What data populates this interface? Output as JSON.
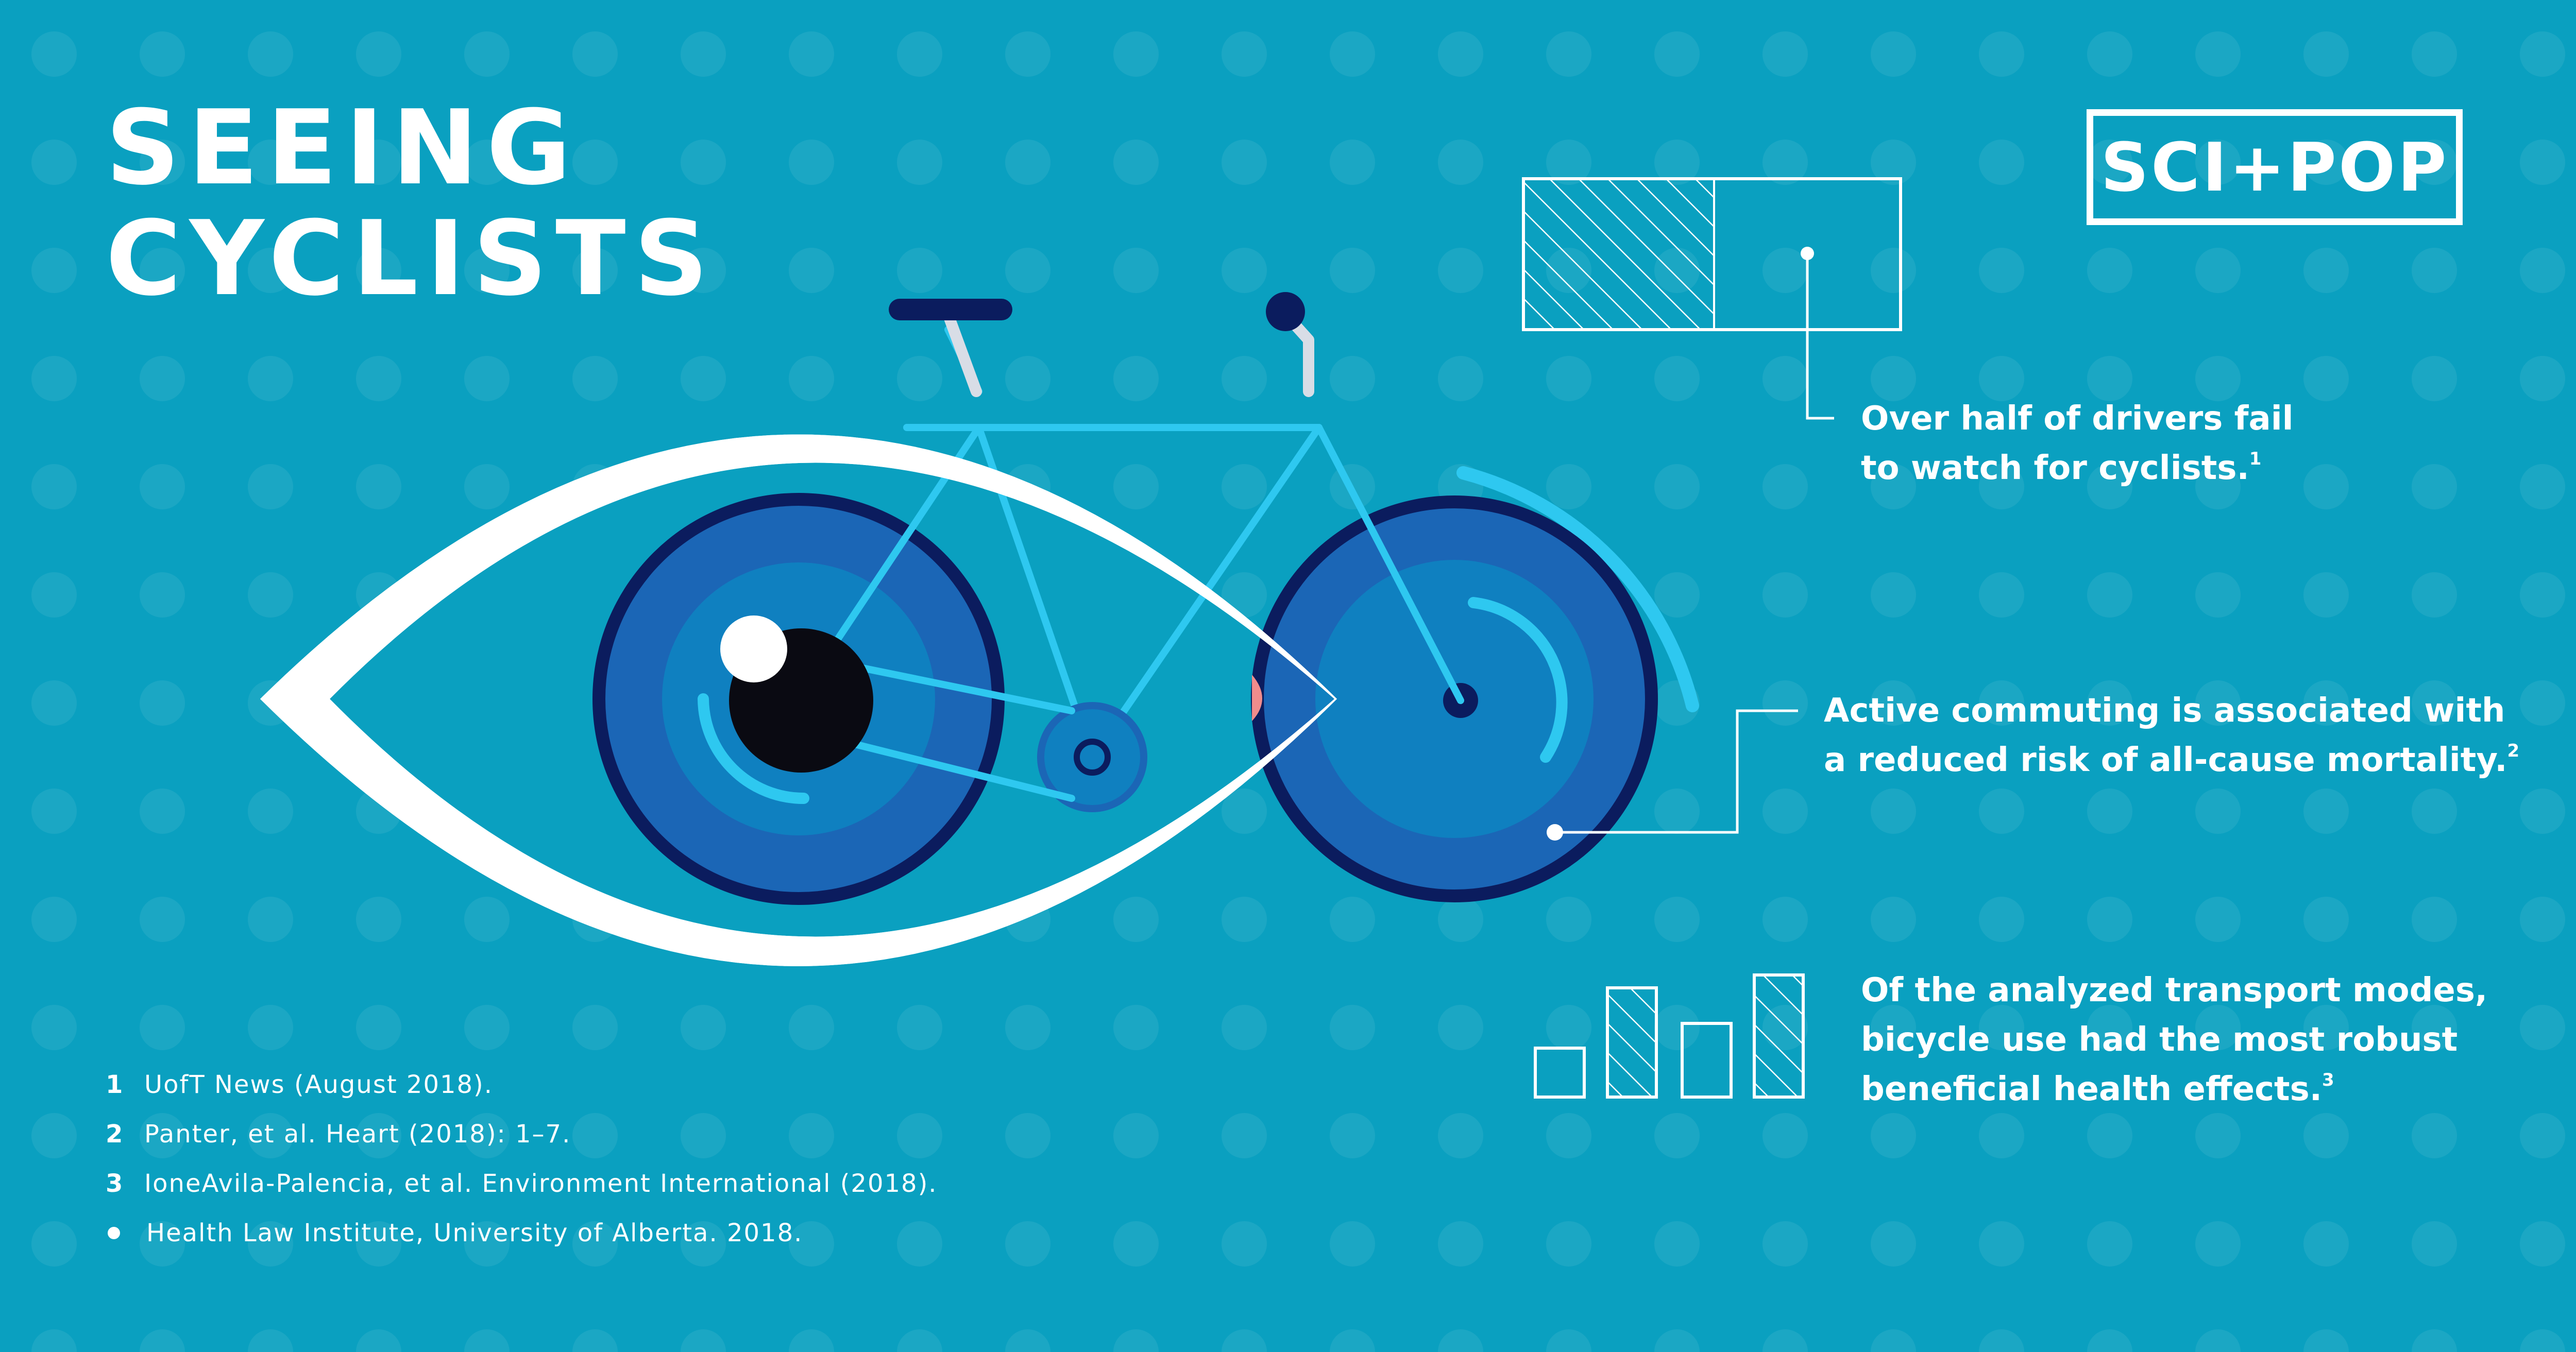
{
  "title": {
    "line1": "SEEING",
    "line2": "CYCLISTS"
  },
  "logo": {
    "text": "SCI+POP"
  },
  "facts": [
    {
      "lines": [
        "Over half of drivers fail",
        "to watch for cyclists."
      ],
      "footnote": "1"
    },
    {
      "lines": [
        "Active commuting is associated with",
        "a reduced risk of all-cause mortality."
      ],
      "footnote": "2"
    },
    {
      "lines": [
        "Of the analyzed transport modes,",
        "bicycle use had the most robust",
        "beneficial health effects."
      ],
      "footnote": "3"
    }
  ],
  "references": [
    {
      "marker": "1",
      "text": "UofT News (August 2018)."
    },
    {
      "marker": "2",
      "text": "Panter, et al. Heart (2018): 1–7."
    },
    {
      "marker": "3",
      "text": "IoneAvila-Palencia, et al. Environment International (2018)."
    },
    {
      "marker": "dot",
      "text": "Health Law Institute, University of Alberta. 2018."
    }
  ],
  "colors": {
    "background": "#0aa0c0",
    "navy": "#0b1c5e",
    "iris_blue": "#1b66b6",
    "iris_mid": "#0f80c0",
    "frame_cyan": "#2ec8f0",
    "white": "#ffffff",
    "pink": "#f08c8c"
  },
  "icons": [
    "eye-icon",
    "bicycle-icon",
    "progress-box-icon",
    "bar-chart-icon"
  ]
}
